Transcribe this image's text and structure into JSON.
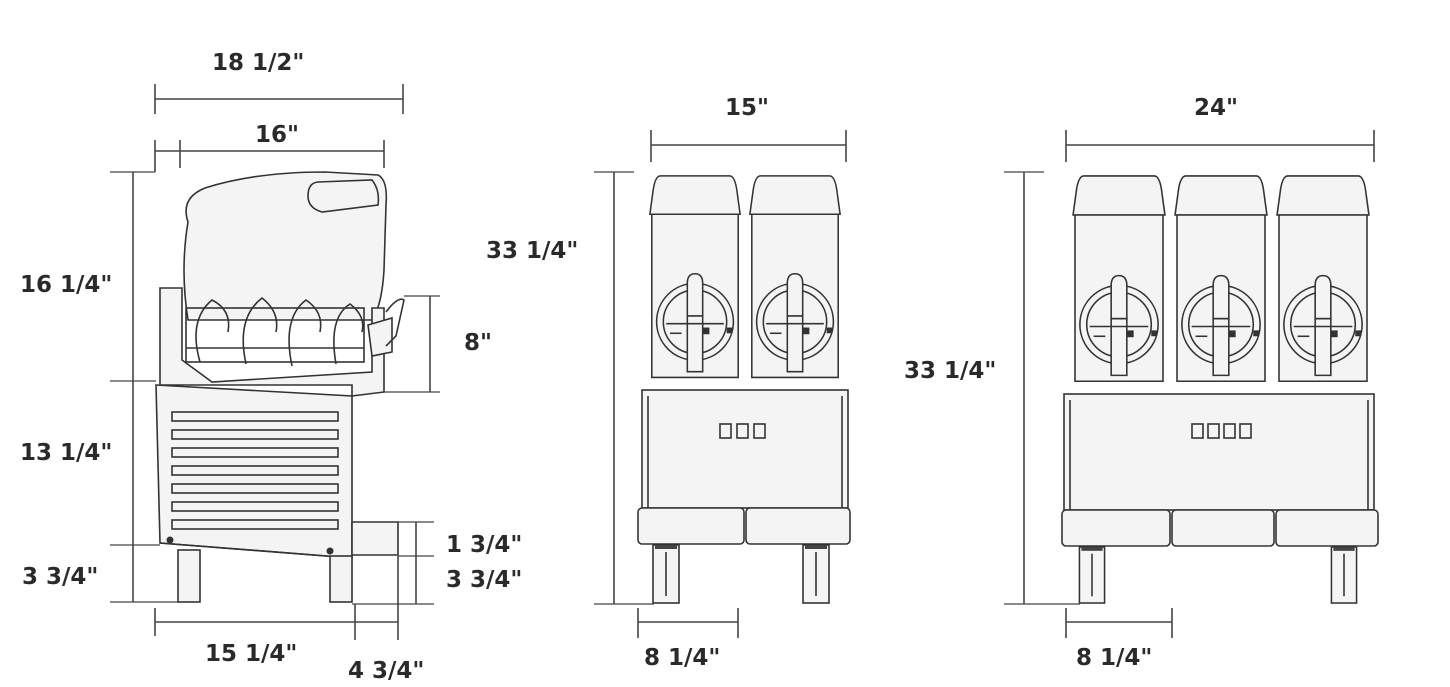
{
  "colors": {
    "line": "#333333",
    "text": "#2a2a2a",
    "background": "#ffffff"
  },
  "side_view": {
    "overall_width": "18 1/2\"",
    "bowl_width": "16\"",
    "bowl_height": "16 1/4\"",
    "auger_height": "8\"",
    "base_height": "13 1/4\"",
    "drip_tray_height": "1 3/4\"",
    "leg_height_left": "3 3/4\"",
    "leg_height_right": "3 3/4\"",
    "base_depth": "15 1/4\"",
    "tray_overhang": "4 3/4\""
  },
  "double_view": {
    "width": "15\"",
    "height": "33 1/4\"",
    "leg_spacing": "8 1/4\""
  },
  "triple_view": {
    "width": "24\"",
    "height": "33 1/4\"",
    "leg_spacing": "8 1/4\""
  }
}
